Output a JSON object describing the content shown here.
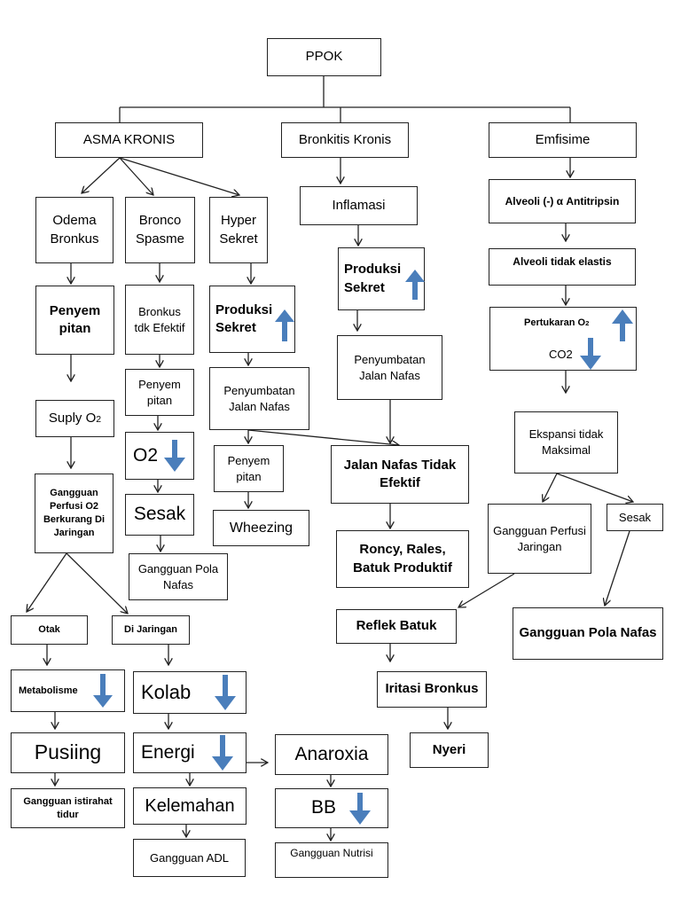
{
  "colors": {
    "arrow": "#4a7ebb",
    "line": "#222222"
  },
  "icons": {
    "up": "arrow-up-icon",
    "down": "arrow-down-icon"
  },
  "nodes": {
    "ppok": "PPOK",
    "asma_kronis": "ASMA KRONIS",
    "bronkitis_kronis": "Bronkitis Kronis",
    "emfisime": "Emfisime",
    "odema_bronkus": "Odema Bronkus",
    "bronco_spasme": "Bronco Spasme",
    "hyper_sekret": "Hyper Sekret",
    "penyem_pitan_a": "Penyem pitan",
    "bronkus_tdk_efektif": "Bronkus tdk Efektif",
    "produksi_sekret_a": "Produksi Sekret",
    "suply_o2": "Suply O",
    "suply_o2_sub": "2",
    "penyem_pitan_b": "Penyem pitan",
    "penyumbatan_a": "Penyumbatan Jalan Nafas",
    "o2": "O2",
    "gangguan_perfusi_o2": "Gangguan Perfusi O2 Berkurang Di Jaringan",
    "penyem_pitan_c": "Penyem pitan",
    "wheezing": "Wheezing",
    "sesak_a": "Sesak",
    "gangguan_pola_nafas_a": "Gangguan Pola Nafas",
    "otak": "Otak",
    "di_jaringan": "Di Jaringan",
    "metabolisme": "Metabolisme",
    "kolab": "Kolab",
    "pusiing": "Pusiing",
    "energi": "Energi",
    "anaroxia": "Anaroxia",
    "gangguan_istirahat_tidur": "Gangguan istirahat tidur",
    "kelemahan": "Kelemahan",
    "bb": "BB",
    "gangguan_adl": "Gangguan ADL",
    "gangguan_nutrisi": "Gangguan Nutrisi",
    "inflamasi": "Inflamasi",
    "produksi_sekret_b": "Produksi Sekret",
    "penyumbatan_b": "Penyumbatan Jalan Nafas",
    "jalan_nafas_tidak_efektif": "Jalan Nafas Tidak Efektif",
    "roncy": "Roncy, Rales, Batuk Produktif",
    "reflek_batuk": "Reflek Batuk",
    "iritasi_bronkus": "Iritasi Bronkus",
    "nyeri": "Nyeri",
    "alveoli_antitripsin": "Alveoli (-) α Antitripsin",
    "alveoli_tidak_elastis": "Alveoli tidak elastis",
    "pertukaran_o2": "Pertukaran O",
    "pertukaran_o2_sub": "2",
    "co2": "CO2",
    "ekspansi": "Ekspansi tidak Maksimal",
    "gangguan_perfusi_jaringan": "Gangguan Perfusi Jaringan",
    "sesak_b": "Sesak",
    "gangguan_pola_nafas_b": "Gangguan Pola Nafas"
  }
}
